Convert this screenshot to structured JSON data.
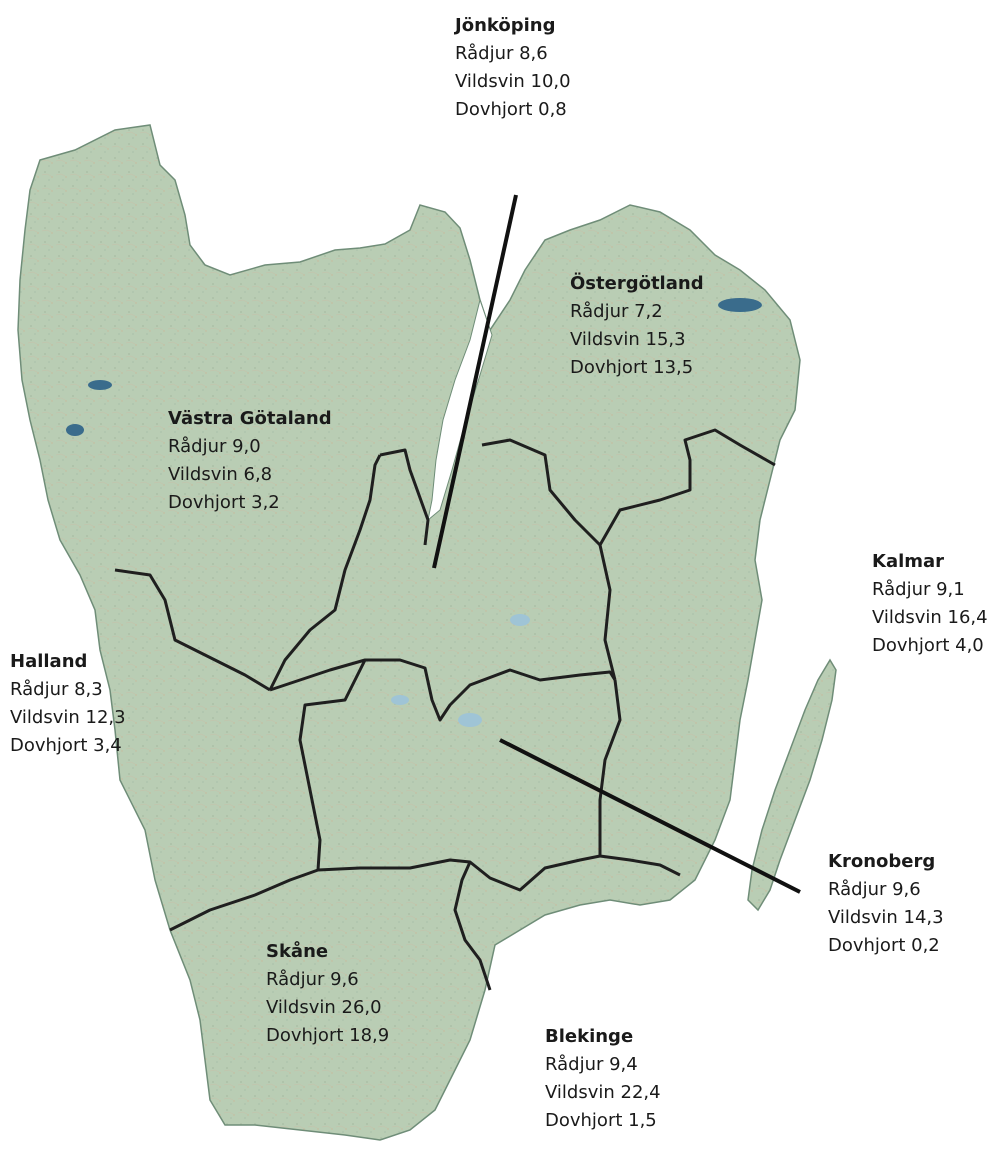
{
  "colors": {
    "land": "#b9cdb4",
    "land_edge": "#6f8d78",
    "county_border": "#1f1f1f",
    "lake": "#3a6c8c",
    "ink": "#1a1a1a"
  },
  "map": {
    "counties": [
      {
        "id": "jonkoping",
        "name": "Jönköping",
        "stats": {
          "radjur": "Rådjur 8,6",
          "vildsvin": "Vildsvin 10,0",
          "dovhjort": "Dovhjort 0,8"
        }
      },
      {
        "id": "ostergotland",
        "name": "Östergötland",
        "stats": {
          "radjur": "Rådjur 7,2",
          "vildsvin": "Vildsvin 15,3",
          "dovhjort": "Dovhjort 13,5"
        }
      },
      {
        "id": "vastra-gotaland",
        "name": "Västra Götaland",
        "stats": {
          "radjur": "Rådjur 9,0",
          "vildsvin": "Vildsvin 6,8",
          "dovhjort": "Dovhjort 3,2"
        }
      },
      {
        "id": "kalmar",
        "name": "Kalmar",
        "stats": {
          "radjur": "Rådjur 9,1",
          "vildsvin": "Vildsvin 16,4",
          "dovhjort": "Dovhjort 4,0"
        }
      },
      {
        "id": "halland",
        "name": "Halland",
        "stats": {
          "radjur": "Rådjur 8,3",
          "vildsvin": "Vildsvin 12,3",
          "dovhjort": "Dovhjort 3,4"
        }
      },
      {
        "id": "kronoberg",
        "name": "Kronoberg",
        "stats": {
          "radjur": "Rådjur 9,6",
          "vildsvin": "Vildsvin 14,3",
          "dovhjort": "Dovhjort 0,2"
        }
      },
      {
        "id": "skane",
        "name": "Skåne",
        "stats": {
          "radjur": "Rådjur 9,6",
          "vildsvin": "Vildsvin 26,0",
          "dovhjort": "Dovhjort 18,9"
        }
      },
      {
        "id": "blekinge",
        "name": "Blekinge",
        "stats": {
          "radjur": "Rådjur 9,4",
          "vildsvin": "Vildsvin 22,4",
          "dovhjort": "Dovhjort 1,5"
        }
      }
    ]
  }
}
